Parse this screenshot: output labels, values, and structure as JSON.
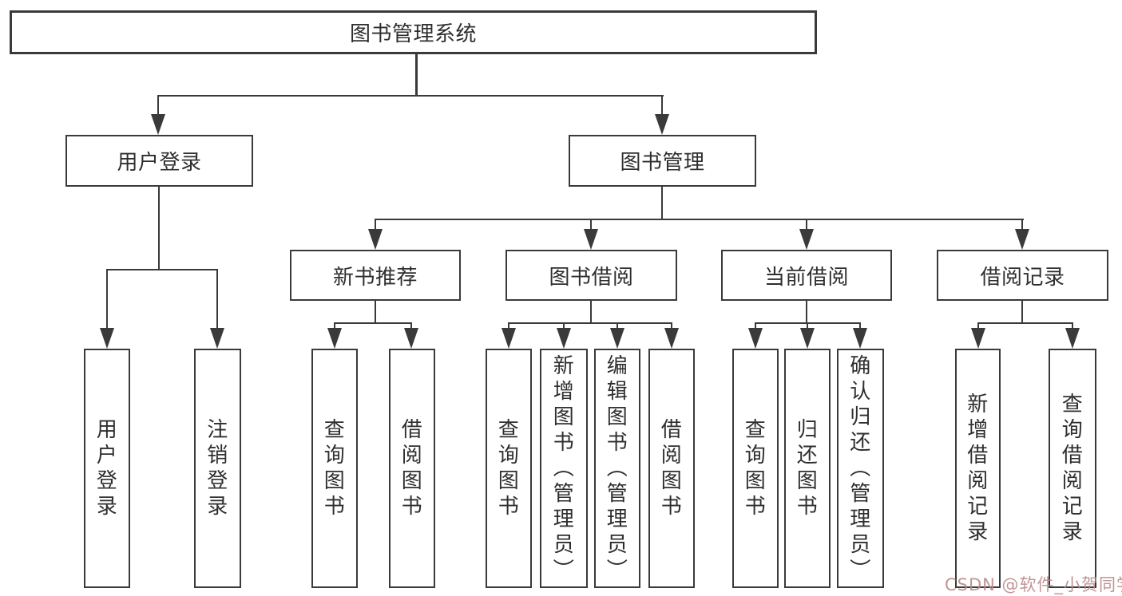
{
  "diagram": {
    "title": "图书管理系统",
    "branches": [
      {
        "label": "用户登录",
        "children": [
          "用户登录",
          "注销登录"
        ]
      },
      {
        "label": "图书管理",
        "groups": [
          {
            "label": "新书推荐",
            "children": [
              "查询图书",
              "借阅图书"
            ]
          },
          {
            "label": "图书借阅",
            "children": [
              "查询图书",
              "新增图书（管理员）",
              "编辑图书（管理员）",
              "借阅图书"
            ]
          },
          {
            "label": "当前借阅",
            "children": [
              "查询图书",
              "归还图书",
              "确认归还（管理员）"
            ]
          },
          {
            "label": "借阅记录",
            "children": [
              "新增借阅记录",
              "查询借阅记录"
            ]
          }
        ]
      }
    ]
  },
  "watermark": {
    "text": "CSDN @软件_小贺同学"
  },
  "colors": {
    "line": "#3a3a3a",
    "box_border": "#3a3a3a",
    "text": "#2e2e2e",
    "watermark": "#b98a8a",
    "background": "#ffffff"
  }
}
